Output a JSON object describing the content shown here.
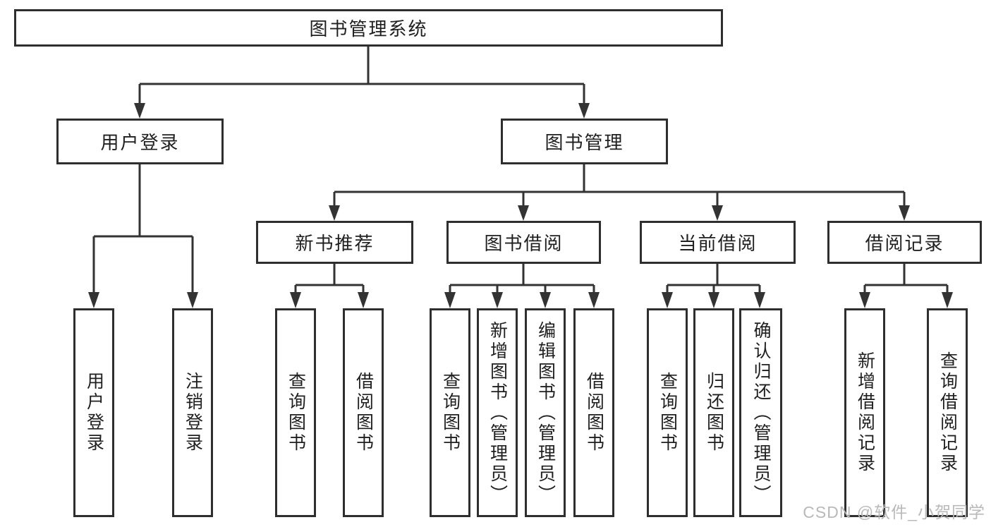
{
  "diagram": {
    "root": {
      "label": "图书管理系统"
    },
    "level2": [
      {
        "label": "用户登录"
      },
      {
        "label": "图书管理"
      }
    ],
    "level3": [
      {
        "label": "新书推荐"
      },
      {
        "label": "图书借阅"
      },
      {
        "label": "当前借阅"
      },
      {
        "label": "借阅记录"
      }
    ],
    "leaves": {
      "user_login": [
        "用户登录",
        "注销登录"
      ],
      "new_books": [
        "查询图书",
        "借阅图书"
      ],
      "book_borrowing": [
        "查询图书",
        "新增图书（管理员）",
        "编辑图书（管理员）",
        "借阅图书"
      ],
      "current_borrowing": [
        "查询图书",
        "归还图书",
        "确认归还（管理员）"
      ],
      "borrowing_records": [
        "新增借阅记录",
        "查询借阅记录"
      ]
    }
  },
  "watermark": {
    "text": "CSDN @软件_小贺同学"
  },
  "colors": {
    "line": "#333333",
    "box_border": "#2e2e2e",
    "text": "#1f1f1f",
    "watermark": "#b9b9b9",
    "background": "#ffffff"
  }
}
